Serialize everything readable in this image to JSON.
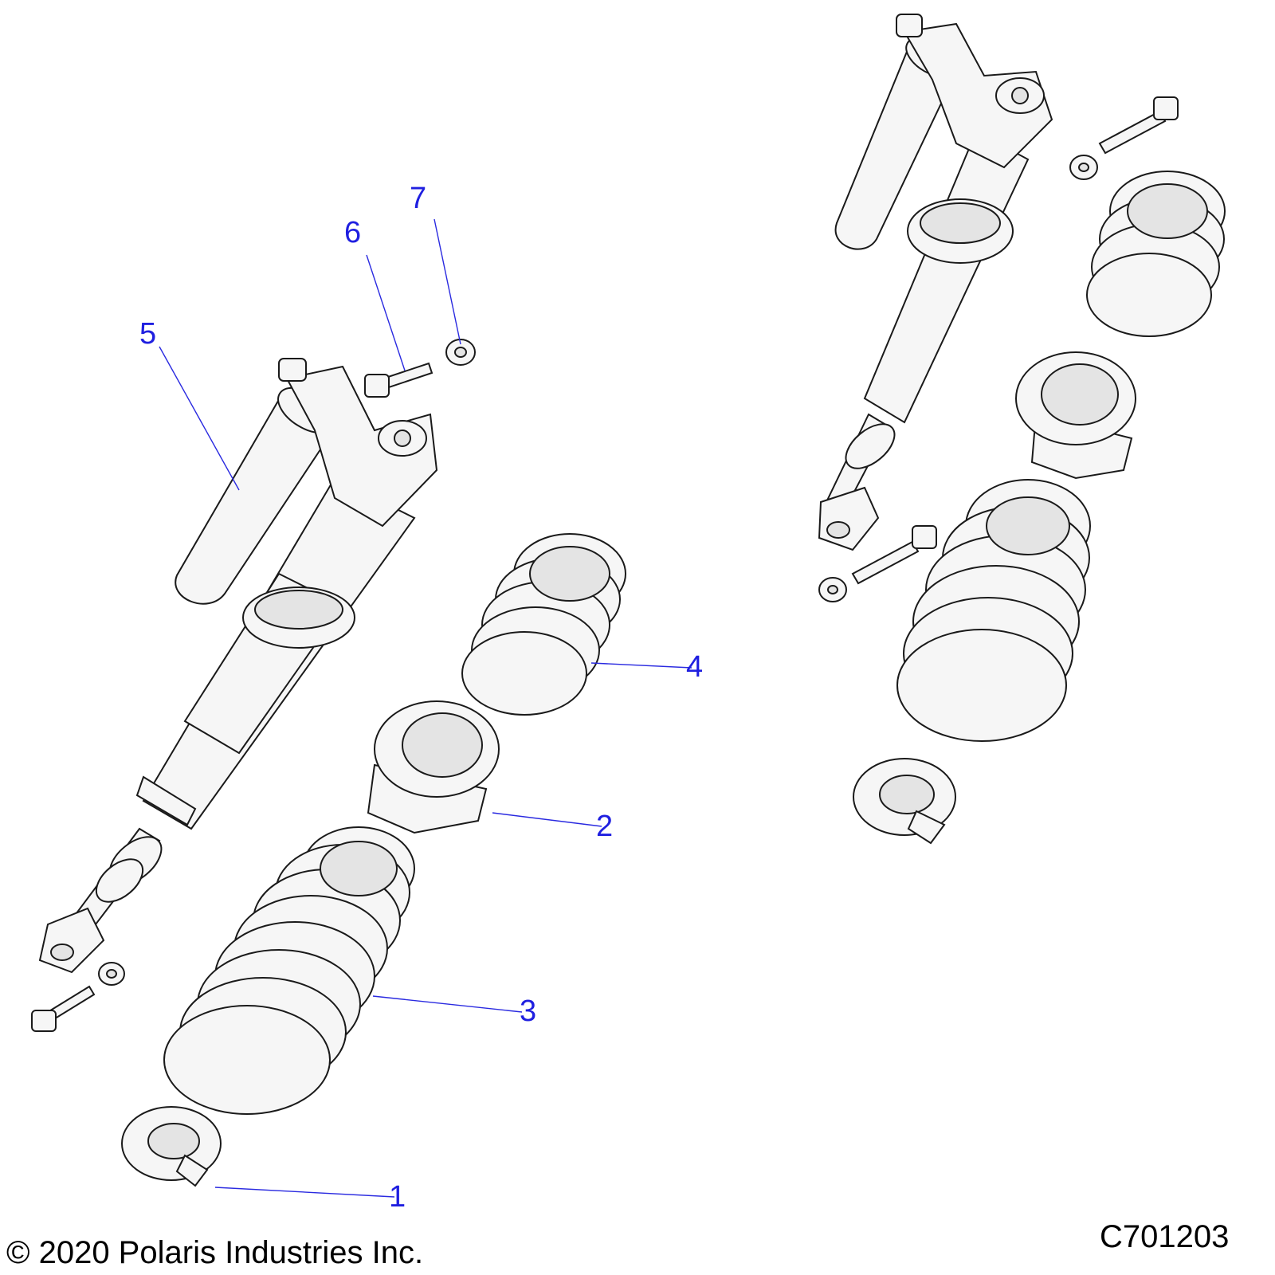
{
  "callouts": [
    {
      "id": "1",
      "label": "1"
    },
    {
      "id": "2",
      "label": "2"
    },
    {
      "id": "3",
      "label": "3"
    },
    {
      "id": "4",
      "label": "4"
    },
    {
      "id": "5",
      "label": "5"
    },
    {
      "id": "6",
      "label": "6"
    },
    {
      "id": "7",
      "label": "7"
    }
  ],
  "footer": {
    "copyright": "© 2020 Polaris Industries Inc.",
    "drawing_number": "C701203"
  },
  "colors": {
    "callout": "#1f1fe0",
    "line": "#1a1a1a",
    "part_fill": "#f6f6f6"
  }
}
